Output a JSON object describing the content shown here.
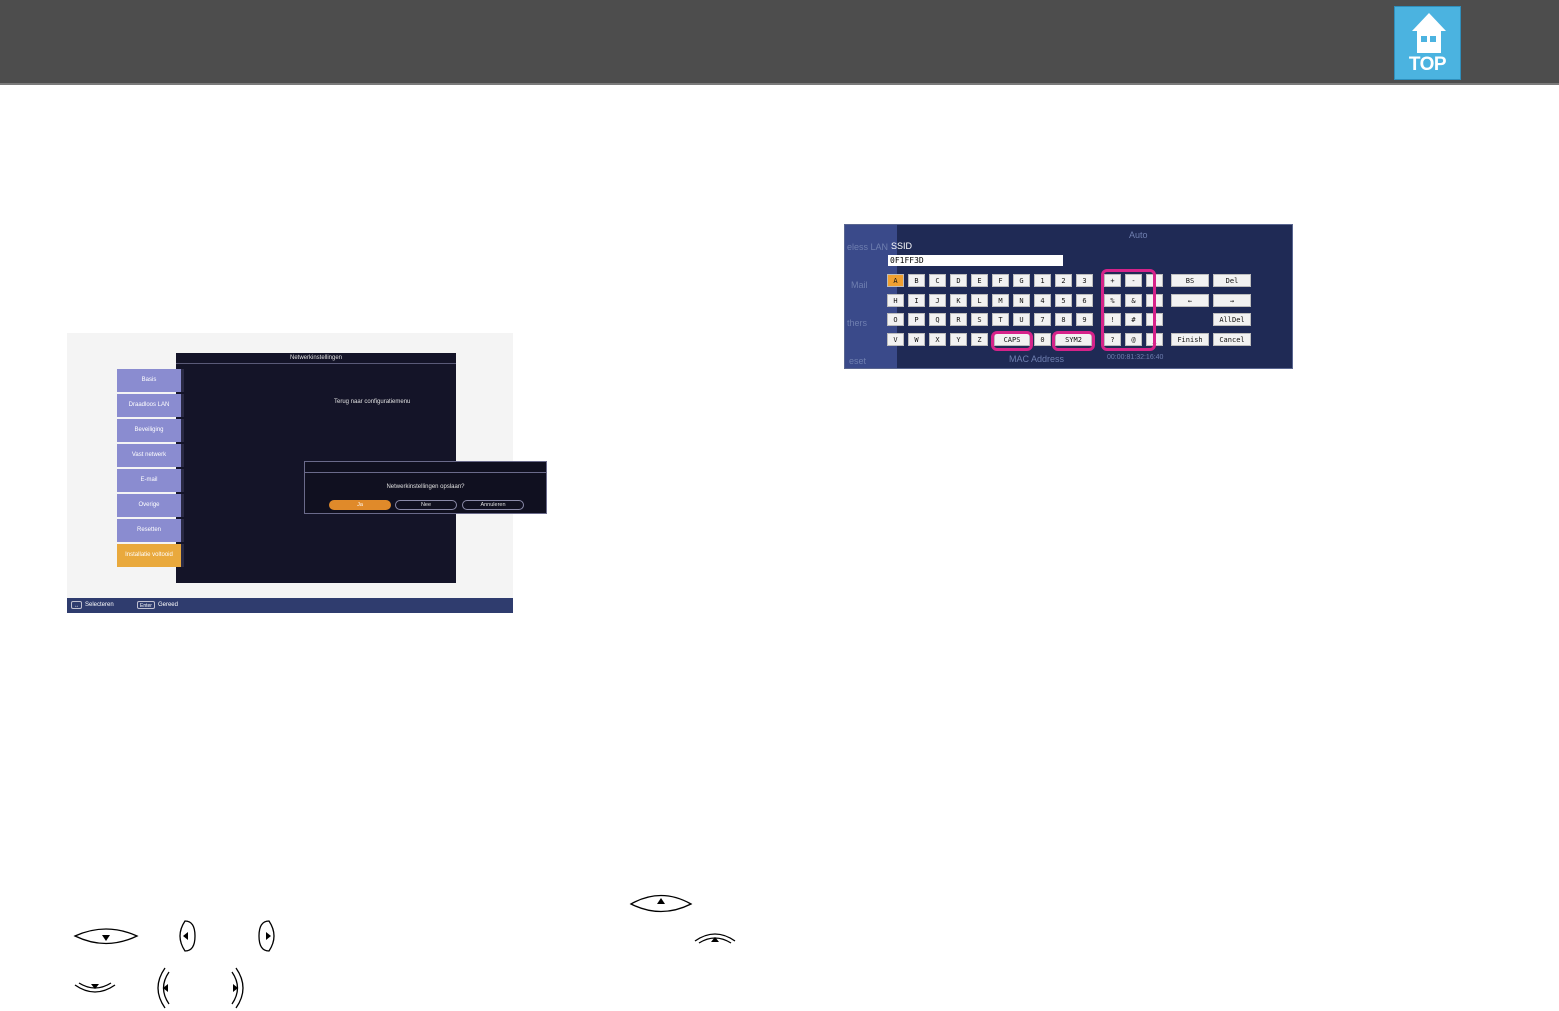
{
  "header": {
    "logo_text": "TOP"
  },
  "network_screen": {
    "title": "Netwerkinstellingen",
    "menu_items": [
      "Basis",
      "Draadloos LAN",
      "Beveiliging",
      "Vast netwerk",
      "E-mail",
      "Overige",
      "Resetten",
      "Installatie voltooid"
    ],
    "back_text": "Terug naar configuratiemenu",
    "dialog_question": "Netwerkinstellingen opslaan?",
    "buttons": {
      "yes": "Ja",
      "no": "Nee",
      "cancel": "Annuleren"
    },
    "help_bar": {
      "select_key": "↔",
      "select_label": "Selecteren",
      "enter_key": "Enter",
      "enter_label": "Gereed"
    }
  },
  "keyboard_screen": {
    "field_label": "SSID",
    "field_value": "0F1FF3D",
    "background_labels": {
      "side": [
        "eless LAN",
        "Mail",
        "thers",
        "eset"
      ],
      "top": "Auto",
      "bottom": "MAC Address",
      "mac_value": "00:00:81:32:16:40"
    },
    "rows": [
      [
        "A",
        "B",
        "C",
        "D",
        "E",
        "F",
        "G",
        "1",
        "2",
        "3",
        "+",
        "-",
        ".",
        "BS",
        "Del"
      ],
      [
        "H",
        "I",
        "J",
        "K",
        "L",
        "M",
        "N",
        "4",
        "5",
        "6",
        "%",
        "&",
        "'",
        "←",
        "→"
      ],
      [
        "O",
        "P",
        "Q",
        "R",
        "S",
        "T",
        "U",
        "7",
        "8",
        "9",
        "!",
        "#",
        "$",
        "AllDel"
      ],
      [
        "V",
        "W",
        "X",
        "Y",
        "Z",
        "CAPS",
        "0",
        "SYM2",
        "?",
        "@",
        "_",
        "Finish",
        "Cancel"
      ]
    ]
  }
}
